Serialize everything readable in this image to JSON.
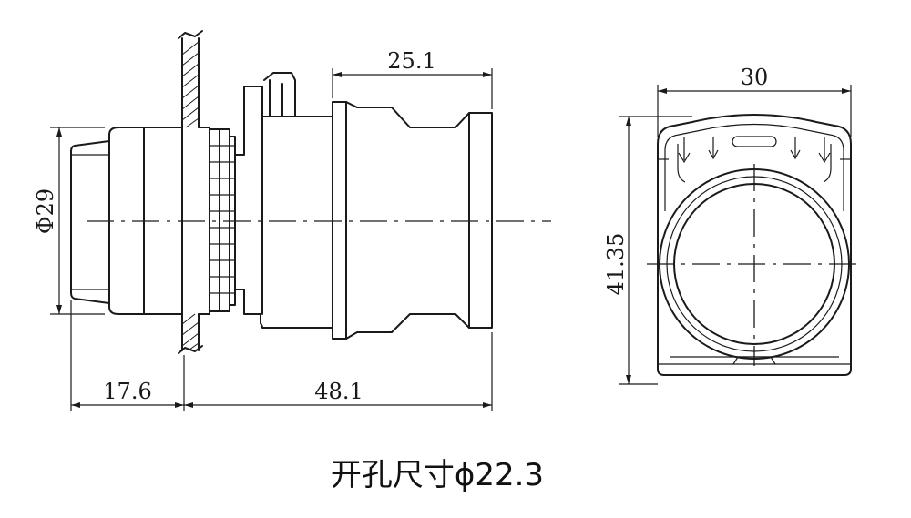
{
  "dimensions": {
    "body_length": "25.1",
    "width": "30",
    "diameter": "Φ29",
    "height": "41.35",
    "front_length": "17.6",
    "rear_length": "48.1"
  },
  "caption": "开孔尺寸ϕ22.3"
}
